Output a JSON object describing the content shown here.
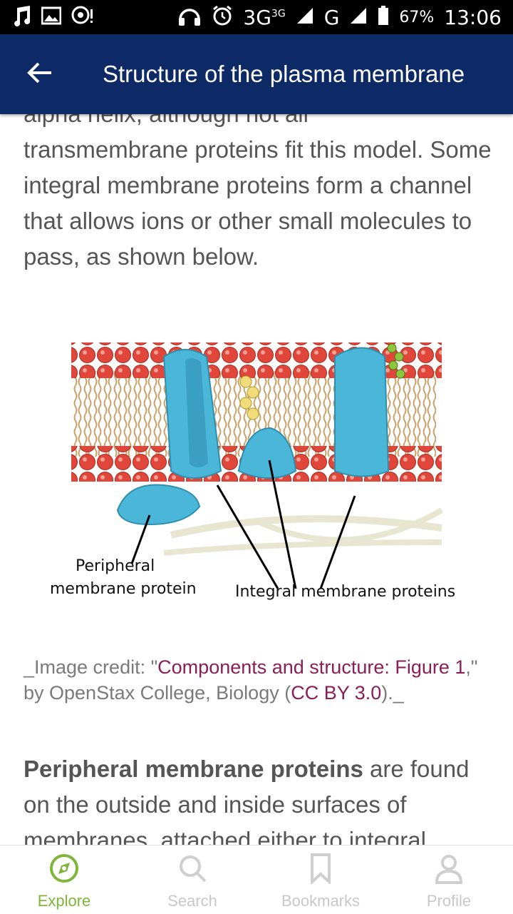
{
  "status_bar": {
    "sim_label": "3G",
    "sim_super": "3G",
    "network2": "G",
    "battery": "67%",
    "time": "13:06"
  },
  "app_bar": {
    "title": "Structure of the plasma membrane"
  },
  "article": {
    "para1_line0": "alpha helix, although not all",
    "para1_rest": "transmembrane proteins fit this model. Some integral membrane proteins form a channel that allows ions or other small molecules to pass, as shown below.",
    "figure": {
      "label_peripheral_1": "Peripheral",
      "label_peripheral_2": "membrane protein",
      "label_integral": "Integral membrane proteins"
    },
    "credit": {
      "prefix": "_Image credit: \"",
      "link1": "Components and structure: Figure 1",
      "middle1": ",\" by OpenStax College, Biology (",
      "link2": "CC BY 3.0",
      "suffix": ")._"
    },
    "para2_bold": "Peripheral membrane proteins",
    "para2_rest": " are found on the outside and inside surfaces of membranes, attached either to integral"
  },
  "tabs": [
    {
      "label": "Explore",
      "icon": "compass-icon",
      "active": true
    },
    {
      "label": "Search",
      "icon": "search-icon",
      "active": false
    },
    {
      "label": "Bookmarks",
      "icon": "bookmark-icon",
      "active": false
    },
    {
      "label": "Profile",
      "icon": "person-icon",
      "active": false
    }
  ],
  "colors": {
    "app_bar": "#0d2a66",
    "accent_active": "#7fb63a",
    "link": "#8a1e57",
    "protein": "#4bb7d8",
    "lipid_head": "#e0473a"
  }
}
